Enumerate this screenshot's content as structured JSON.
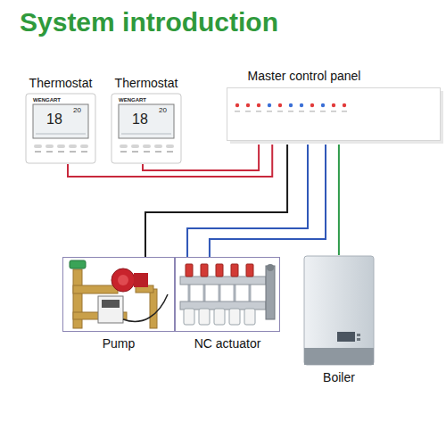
{
  "diagram": {
    "title": "System introduction",
    "nodes": [
      {
        "text": [
          "Thermostat"
        ]
      },
      {
        "text": [
          "Thermostat"
        ]
      },
      {
        "text": [
          "Master control panel"
        ]
      },
      {
        "text": [
          "Pump"
        ]
      },
      {
        "text": [
          "NC actuator"
        ]
      },
      {
        "text": [
          "Boiler"
        ]
      }
    ],
    "edges": [
      {
        "from": 0,
        "to": 2,
        "arrow": "none"
      },
      {
        "from": 1,
        "to": 2,
        "arrow": "none"
      },
      {
        "from": 2,
        "to": 3,
        "arrow": "none"
      },
      {
        "from": 2,
        "to": 4,
        "arrow": "none"
      },
      {
        "from": 2,
        "to": 4,
        "arrow": "none"
      },
      {
        "from": 2,
        "to": 5,
        "arrow": "none"
      }
    ],
    "labels": [
      "WENGART",
      "18",
      "20",
      "WENGART",
      "18",
      "20"
    ]
  }
}
